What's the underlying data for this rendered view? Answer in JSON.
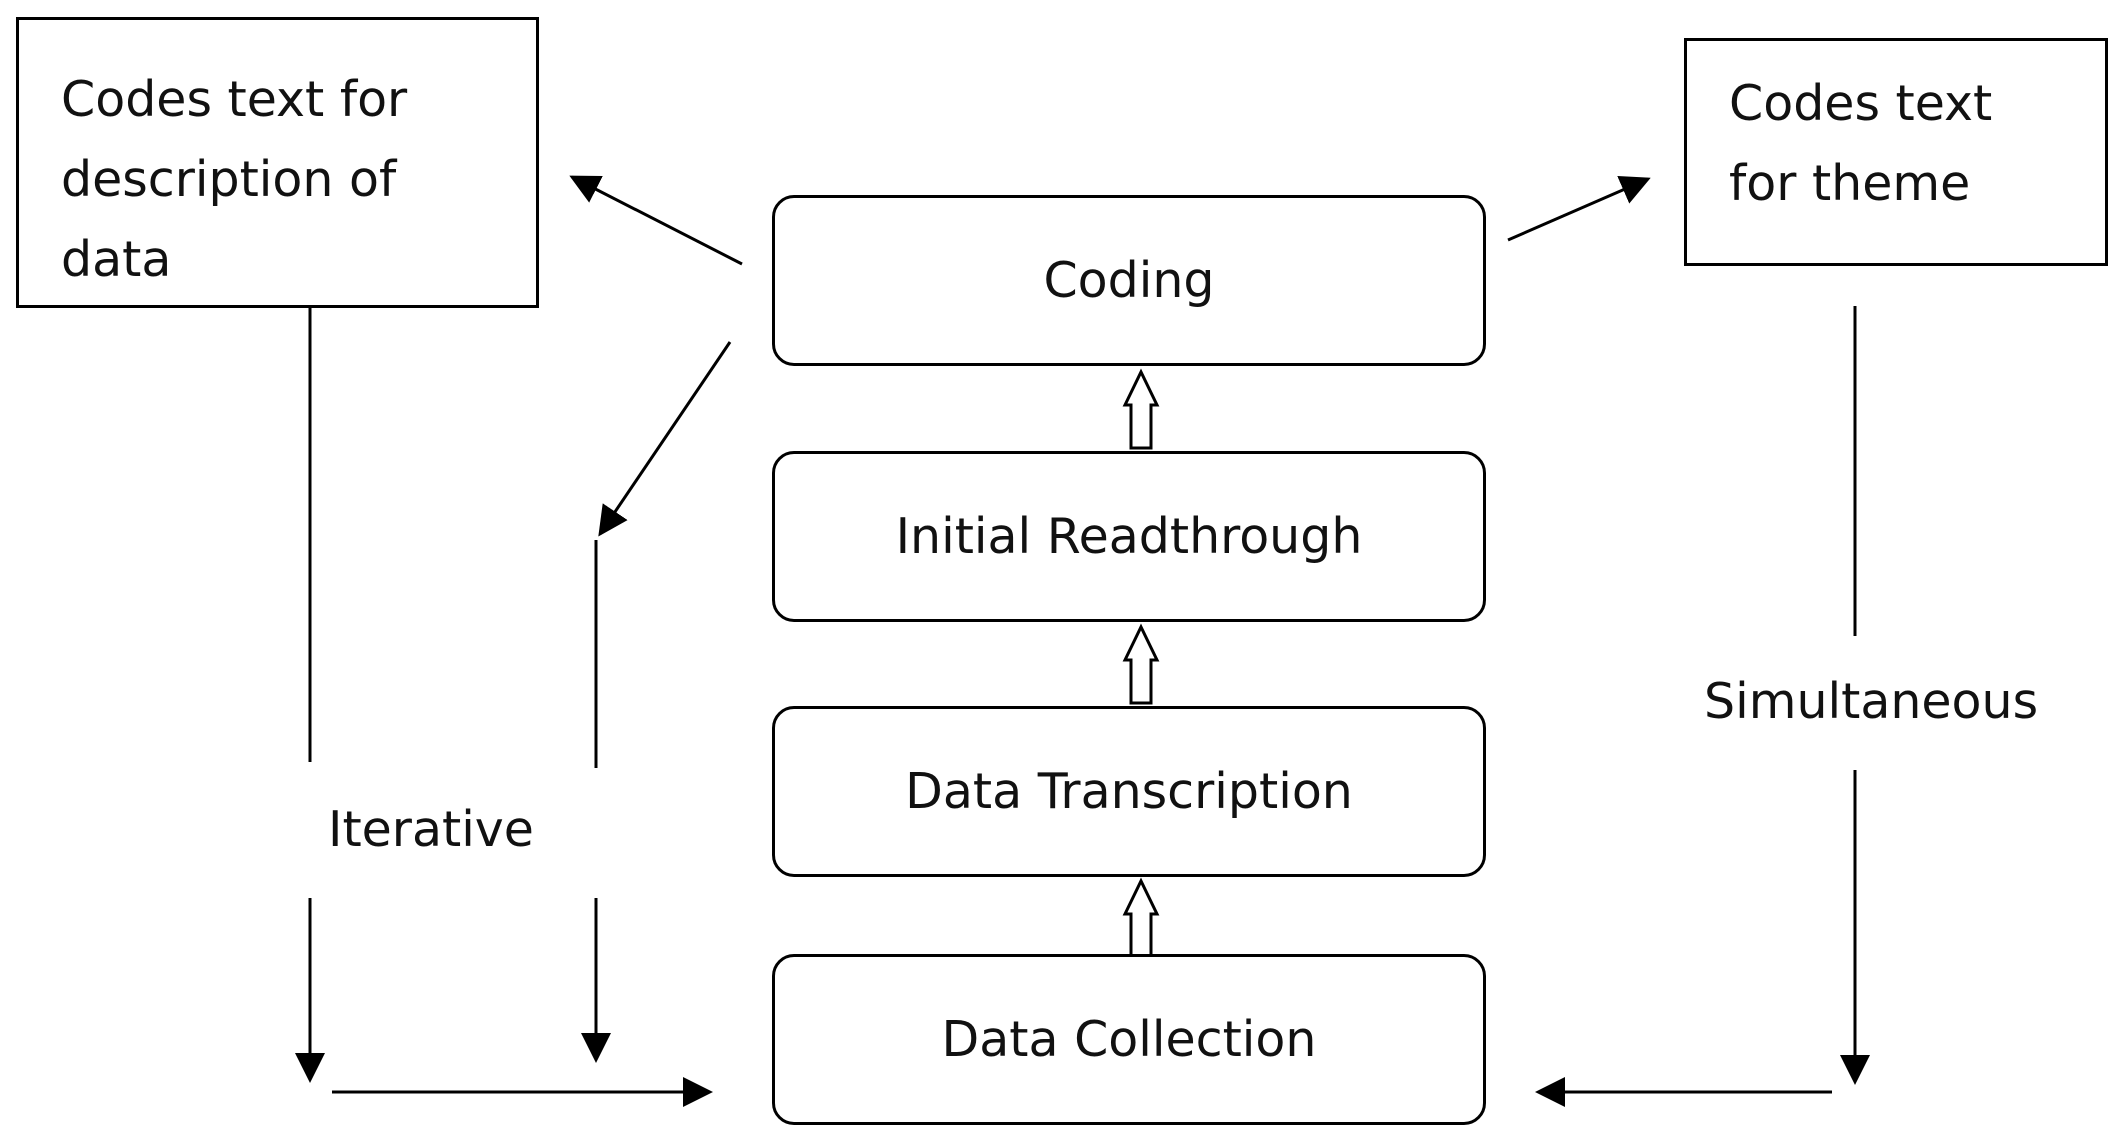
{
  "left_box": {
    "lines": [
      "Codes text for",
      "description of",
      "data"
    ]
  },
  "right_box": {
    "lines": [
      "Codes text",
      "for theme"
    ]
  },
  "steps": [
    "Coding",
    "Initial Readthrough",
    "Data Transcription",
    "Data Collection"
  ],
  "labels": {
    "left": "Iterative",
    "right": "Simultaneous"
  },
  "colors": {
    "stroke": "#000000",
    "background": "#ffffff"
  }
}
